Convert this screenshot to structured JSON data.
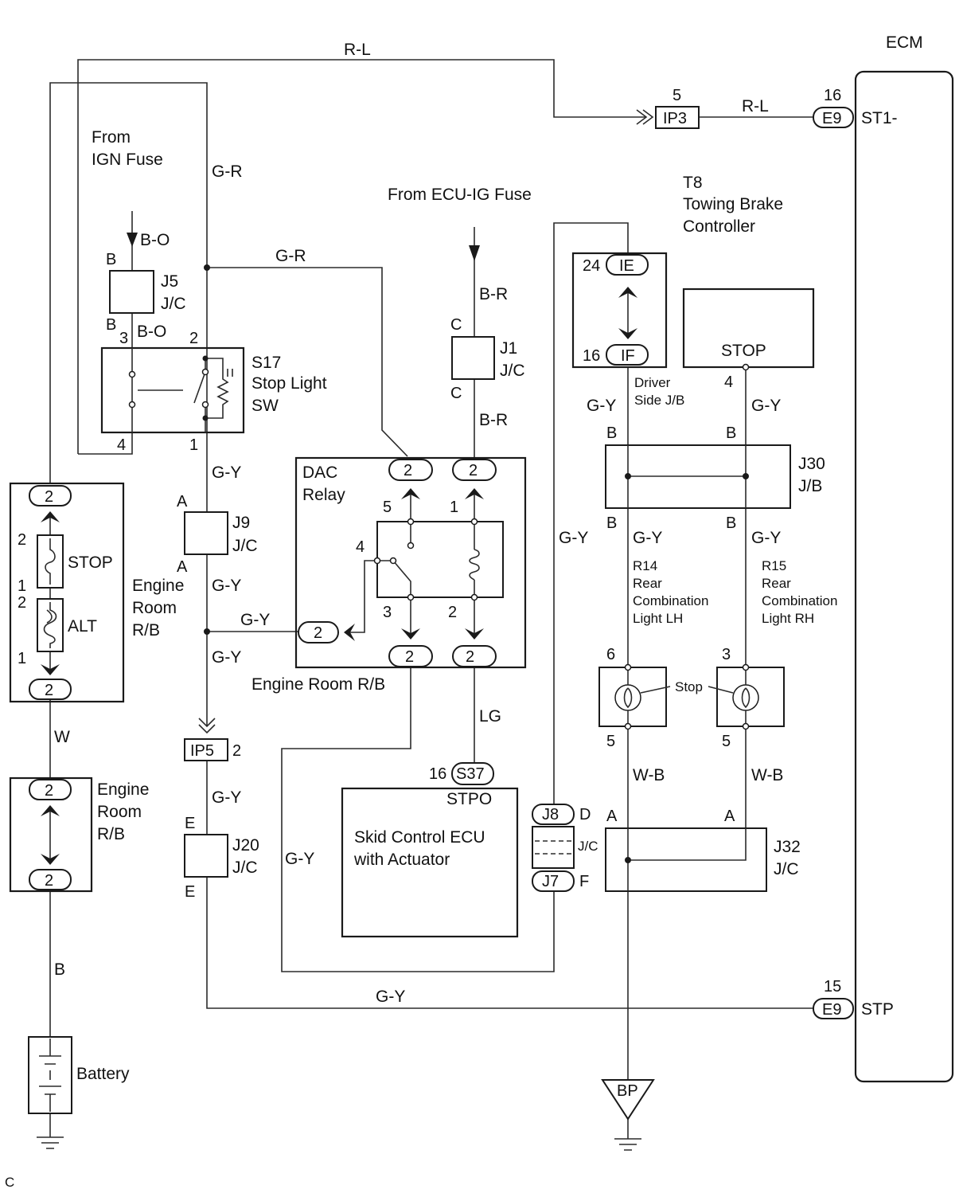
{
  "ecm": {
    "title": "ECM",
    "st1_pin": "16",
    "st1_conn": "E9",
    "st1_label": "ST1-",
    "stp_pin": "15",
    "stp_conn": "E9",
    "stp_label": "STP"
  },
  "wires": {
    "r_l": "R-L",
    "g_r": "G-R",
    "b_o": "B-O",
    "b_r": "B-R",
    "g_y": "G-Y",
    "w": "W",
    "b": "B",
    "lg": "LG",
    "w_b": "W-B"
  },
  "ip3": {
    "pin": "5",
    "name": "IP3"
  },
  "ip5": {
    "pin": "2",
    "name": "IP5"
  },
  "from_ign": {
    "line1": "From",
    "line2": "IGN Fuse"
  },
  "from_ecu_ig": "From ECU-IG Fuse",
  "j5": {
    "name": "J5",
    "type": "J/C",
    "pin_top": "B",
    "pin_bottom": "B"
  },
  "s17": {
    "id": "S17",
    "line1": "Stop Light",
    "line2": "SW",
    "pins": [
      "3",
      "2",
      "4",
      "1"
    ]
  },
  "j1": {
    "name": "J1",
    "type": "J/C",
    "pin_top": "C",
    "pin_bottom": "C"
  },
  "j9": {
    "name": "J9",
    "type": "J/C",
    "pin_top": "A",
    "pin_bottom": "A"
  },
  "j20": {
    "name": "J20",
    "type": "J/C",
    "pin_top": "E",
    "pin_bottom": "E"
  },
  "dac": {
    "line1": "DAC",
    "line2": "Relay",
    "pins": [
      "5",
      "1",
      "4",
      "3",
      "2"
    ],
    "conn": "2"
  },
  "engine_room_rb": {
    "line1": "Engine",
    "line2": "Room",
    "line3": "R/B",
    "caption": "Engine Room R/B"
  },
  "fuses": {
    "stop": "STOP",
    "alt": "ALT",
    "pins": [
      "2",
      "1",
      "2",
      "1"
    ],
    "conn": "2"
  },
  "battery": "Battery",
  "skid": {
    "line1": "Skid Control ECU",
    "line2": "with Actuator",
    "pin": "16",
    "conn": "S37",
    "terminal": "STPO"
  },
  "t8": {
    "id": "T8",
    "line1": "Towing Brake",
    "line2": "Controller",
    "ie_pin": "24",
    "ie": "IE",
    "if_pin": "16",
    "if": "IF",
    "driver_jb_line1": "Driver",
    "driver_jb_line2": "Side J/B",
    "stop": "STOP",
    "stop_pin": "4"
  },
  "j30": {
    "name": "J30",
    "type": "J/B",
    "pin": "B"
  },
  "r14": {
    "id": "R14",
    "line1": "Rear",
    "line2": "Combination",
    "line3": "Light LH",
    "pin_top": "6",
    "pin_bottom": "5"
  },
  "r15": {
    "id": "R15",
    "line1": "Rear",
    "line2": "Combination",
    "line3": "Light RH",
    "pin_top": "3",
    "pin_bottom": "5"
  },
  "stop_bulb": "Stop",
  "j8j7": {
    "j8": "J8",
    "j7": "J7",
    "d": "D",
    "f": "F",
    "type": "J/C"
  },
  "j32": {
    "name": "J32",
    "type": "J/C",
    "pin": "A"
  },
  "ground": "BP",
  "footer": "C"
}
